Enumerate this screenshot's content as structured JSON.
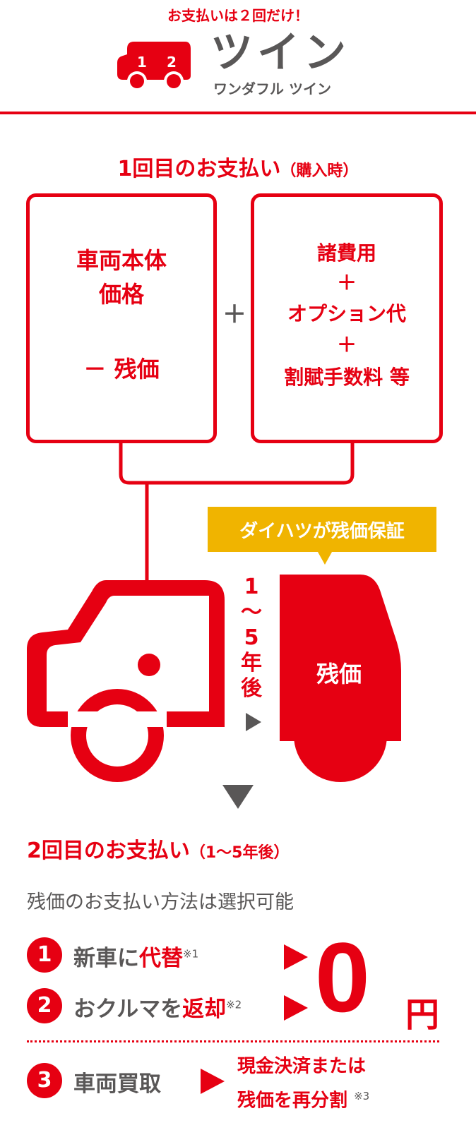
{
  "header": {
    "tagline": "お支払いは２回だけ！",
    "logo_num1": "1",
    "logo_num2": "2",
    "title": "ツイン",
    "subtitle": "ワンダフル ツイン"
  },
  "first_payment": {
    "title": "1回目のお支払い",
    "title_paren": "（購入時）",
    "left_box": {
      "line1": "車両本体",
      "line2": "価格",
      "line3": "－ 残価"
    },
    "plus": "＋",
    "right_box": {
      "line1": "諸費用",
      "plus1": "＋",
      "line2": "オプション代",
      "plus2": "＋",
      "line3": "割賦手数料 等"
    }
  },
  "guarantee": "ダイハツが残価保証",
  "years": [
    "1",
    "〜",
    "5",
    "年",
    "後"
  ],
  "residual_label": "残価",
  "second_payment": {
    "title": "2回目のお支払い",
    "title_paren": "（1〜5年後）",
    "description": "残価のお支払い方法は選択可能",
    "options": [
      {
        "num": "1",
        "text_a": "新車に",
        "text_b": "代替",
        "note": "※1"
      },
      {
        "num": "2",
        "text_a": "おクルマを",
        "text_b": "返却",
        "note": "※2"
      },
      {
        "num": "3",
        "text_a": "車両買取",
        "text_b": "",
        "note": ""
      }
    ],
    "zero_value": "0",
    "zero_unit": "円",
    "option3_result_line1": "現金決済または",
    "option3_result_line2": "残価を再分割",
    "option3_note": "※3"
  }
}
